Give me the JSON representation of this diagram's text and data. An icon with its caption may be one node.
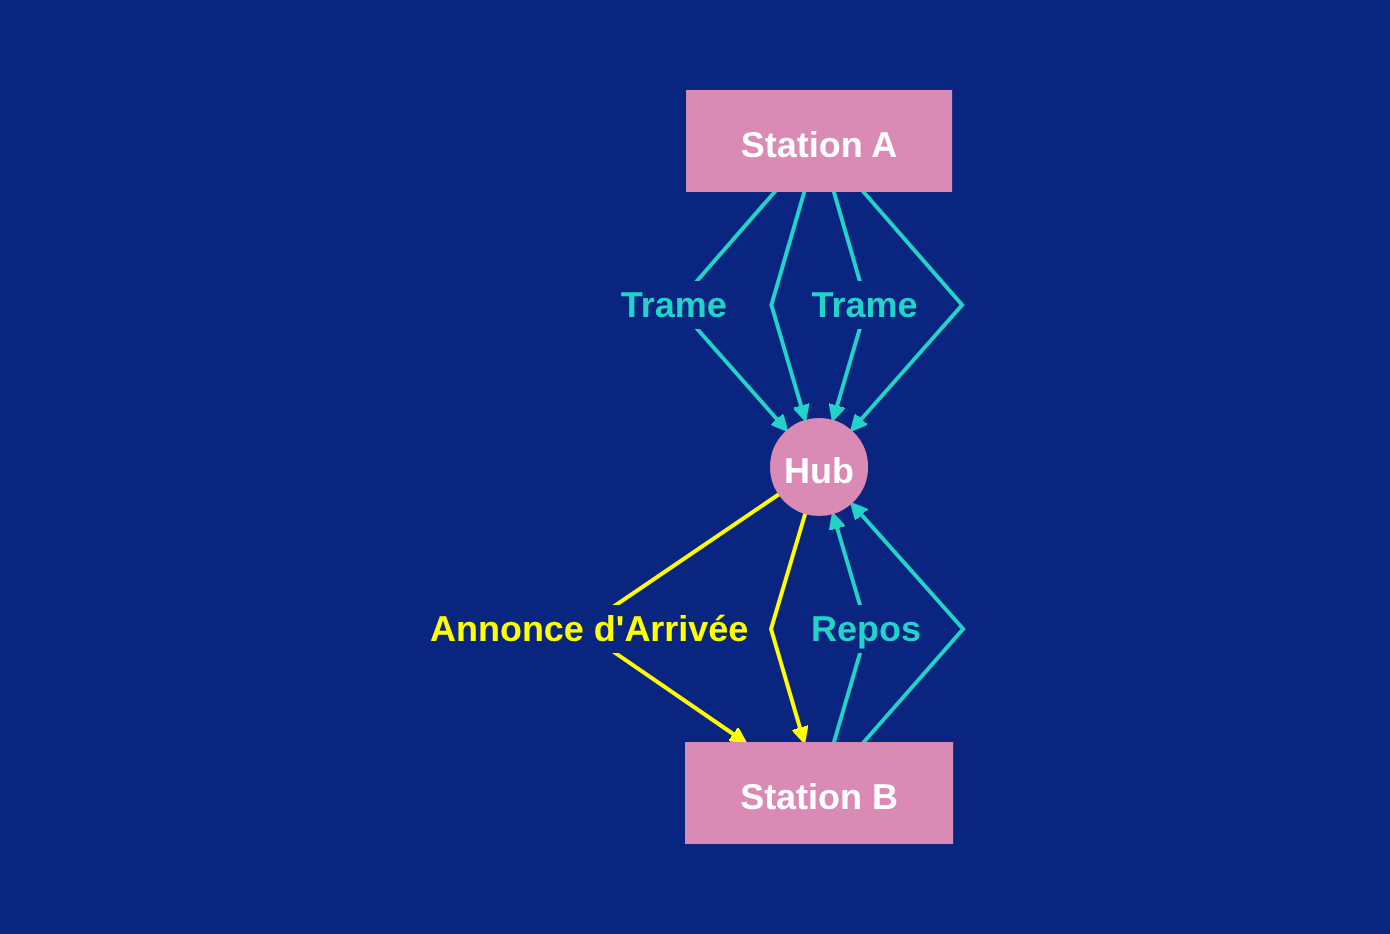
{
  "diagram": {
    "nodes": [
      {
        "text": [
          "Hub"
        ]
      },
      {
        "text": [
          "Station A"
        ]
      },
      {
        "text": [
          "Station B"
        ]
      }
    ],
    "edges": [
      {
        "from": 1,
        "to": 0,
        "arrow": "to",
        "label": "Trame"
      },
      {
        "from": 1,
        "to": 0,
        "arrow": "to"
      },
      {
        "from": 1,
        "to": 0,
        "arrow": "to",
        "label": "Trame"
      },
      {
        "from": 1,
        "to": 0,
        "arrow": "to"
      },
      {
        "from": 0,
        "to": 2,
        "arrow": "to",
        "color": "#ffff00",
        "label": "Annonce d'Arrivée"
      },
      {
        "from": 0,
        "to": 2,
        "arrow": "to",
        "color": "#ffff00"
      },
      {
        "from": 2,
        "to": 0,
        "arrow": "to",
        "label": "Repos"
      },
      {
        "from": 2,
        "to": 0,
        "arrow": "to"
      }
    ]
  }
}
